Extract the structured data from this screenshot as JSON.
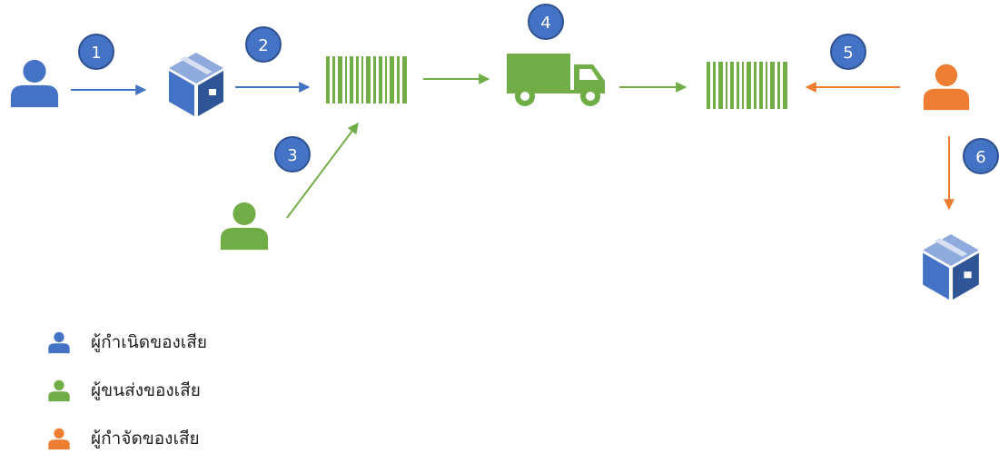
{
  "colors": {
    "generator": "#4472C4",
    "transporter": "#70AD47",
    "disposer": "#ED7D31",
    "step_badge_fill": "#4472C4",
    "step_badge_stroke": "#2F528F",
    "step_badge_text": "#ffffff"
  },
  "steps": [
    "1",
    "2",
    "3",
    "4",
    "5",
    "6"
  ],
  "icons": {
    "person": "person-icon",
    "box": "package-box-icon",
    "manifest": "barcode-manifest-icon",
    "truck": "truck-icon"
  },
  "legend": [
    {
      "label": "ผู้กำเนิดของเสีย",
      "color": "#4472C4"
    },
    {
      "label": "ผู้ขนส่งของเสีย",
      "color": "#70AD47"
    },
    {
      "label": "ผู้กำจัดของเสีย",
      "color": "#ED7D31"
    }
  ]
}
